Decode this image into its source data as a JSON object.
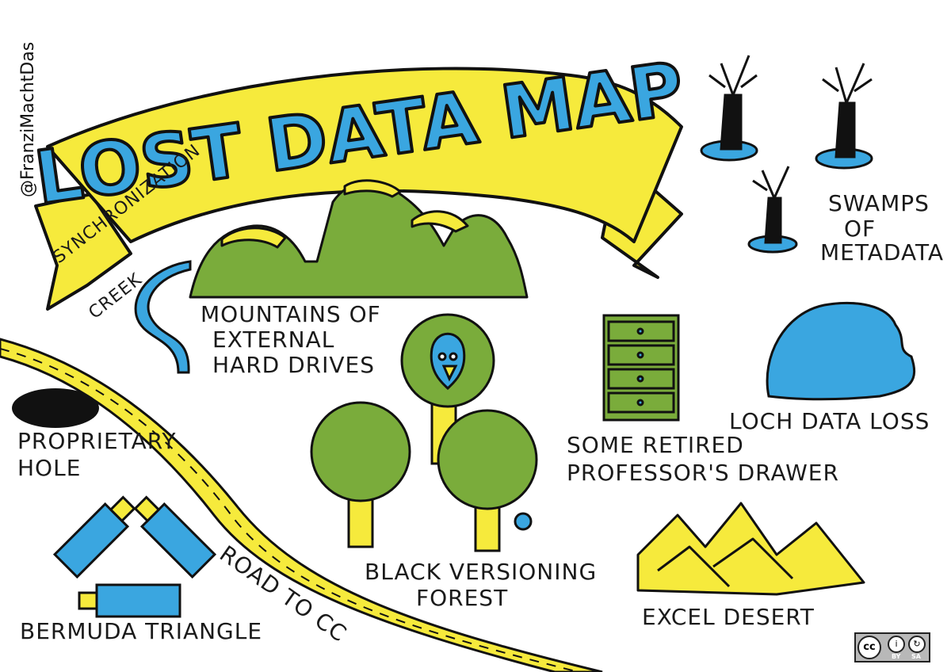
{
  "title": "LOST DATA MAP",
  "credit": "@FranziMachtDas",
  "labels": {
    "creek": [
      "SYNCHRONIZATION",
      "CREEK"
    ],
    "mountains": [
      "MOUNTAINS OF",
      "EXTERNAL",
      "HARD DRIVES"
    ],
    "swamps": [
      "SWAMPS",
      "OF",
      "METADATA"
    ],
    "drawer": [
      "SOME RETIRED",
      "PROFESSOR'S DRAWER"
    ],
    "loch": "LOCH DATA LOSS",
    "hole": [
      "PROPRIETARY",
      "HOLE"
    ],
    "forest": [
      "BLACK VERSIONING",
      "FOREST"
    ],
    "road": "ROAD TO CC",
    "bermuda": "BERMUDA TRIANGLE",
    "desert": "EXCEL DESERT"
  },
  "license": {
    "cc": "cc",
    "by": "BY",
    "sa": "SA"
  },
  "colors": {
    "yellow": "#f6ea3c",
    "blue": "#3aa6e0",
    "green": "#7aac3b",
    "dark_green": "#5b8f2a",
    "black": "#111111"
  }
}
